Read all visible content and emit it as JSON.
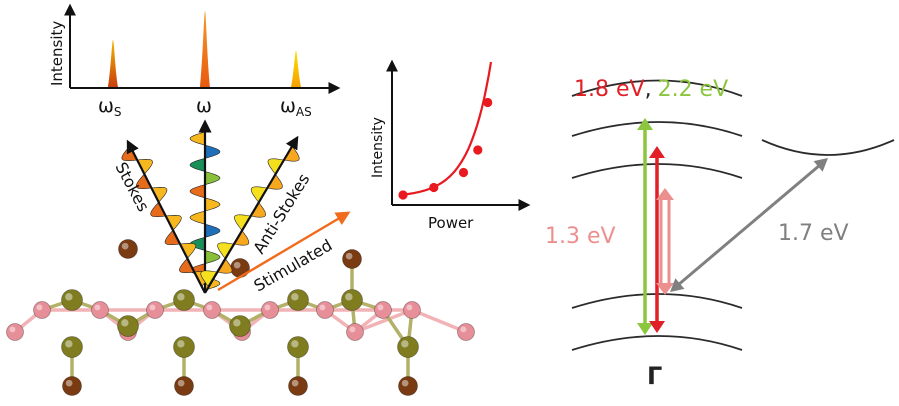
{
  "spectrum": {
    "y_label": "Intensity",
    "peaks": [
      {
        "symbol": "ω",
        "subscript": "S",
        "color": "#d9541a",
        "relative_height": 0.62
      },
      {
        "symbol": "ω",
        "subscript": "",
        "color": "#ee6b1c",
        "relative_height": 1.0
      },
      {
        "symbol": "ω",
        "subscript": "AS",
        "color": "#f5c400",
        "relative_height": 0.48
      }
    ]
  },
  "power_plot": {
    "x_label": "Power",
    "y_label": "Intensity",
    "point_color": "#e8191f",
    "points": [
      {
        "power": 0.1,
        "intensity": 0.08
      },
      {
        "power": 0.38,
        "intensity": 0.14
      },
      {
        "power": 0.65,
        "intensity": 0.26
      },
      {
        "power": 0.78,
        "intensity": 0.44
      },
      {
        "power": 0.87,
        "intensity": 0.82
      }
    ]
  },
  "scattering": {
    "stokes_label": "Stokes",
    "anti_stokes_label": "Anti-Stokes",
    "stimulated_label": "Stimulated",
    "stimulated_color": "#f26b1d"
  },
  "lattice": {
    "metal_color": "#7f7d1f",
    "chalcogen_color": "#e78f98",
    "ligand_color": "#7a3b12"
  },
  "band_diagram": {
    "energy_red": "1.8 eV",
    "energy_separator": ",",
    "energy_green": "2.2 eV",
    "energy_pink": "1.3 eV",
    "energy_grey": "1.7 eV",
    "gamma_label": "Γ",
    "colors": {
      "red": "#e01f26",
      "green": "#8cc63f",
      "pink": "#ec8f8f",
      "grey": "#808080"
    }
  }
}
